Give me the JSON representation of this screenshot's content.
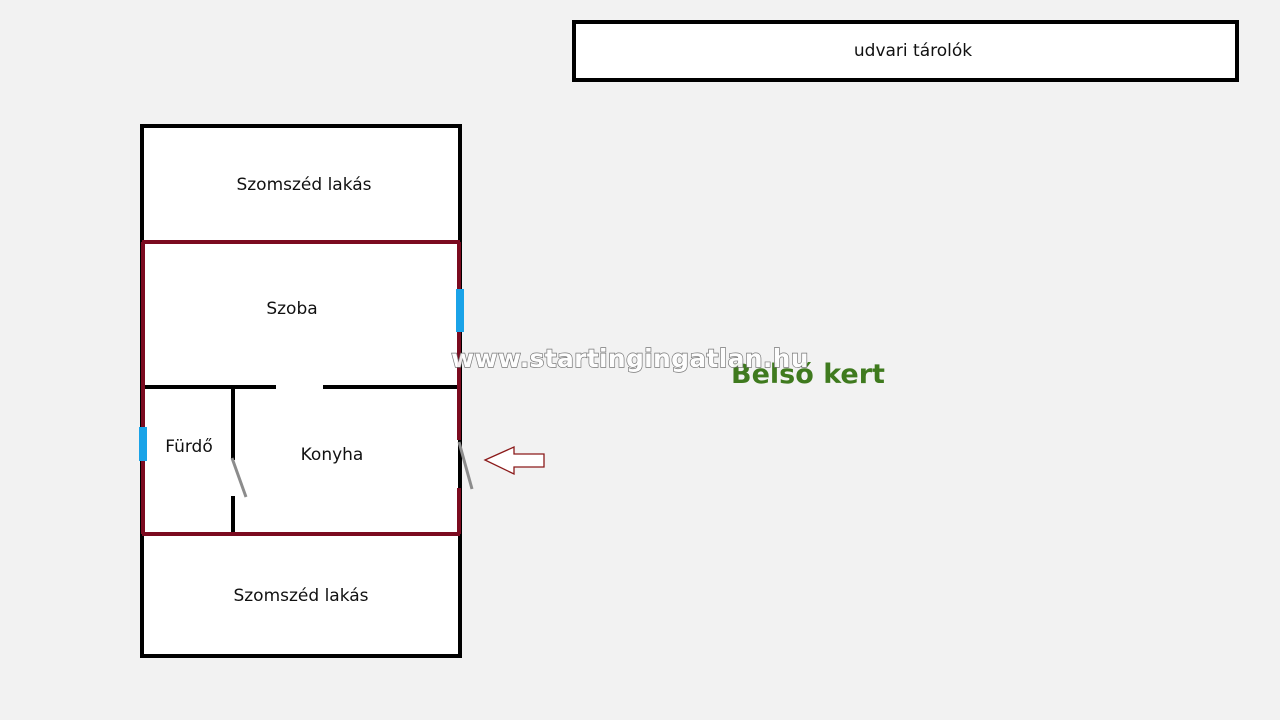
{
  "plan": {
    "storage_label": "udvari tárolók",
    "neighbor_top_label": "Szomszéd lakás",
    "room_label": "Szoba",
    "bathroom_label": "Fürdő",
    "kitchen_label": "Konyha",
    "neighbor_bottom_label": "Szomszéd lakás",
    "garden_label": "Belső kert"
  },
  "watermark": {
    "text": "www.startingingatlan.hu"
  },
  "colors": {
    "background": "#f2f2f2",
    "outer_wall": "#000000",
    "apartment_wall": "#7b0a1f",
    "window": "#1aa3e8",
    "door": "#8c8c8c",
    "garden_text": "#3f7a1e",
    "entrance_arrow": "#8b1a1a"
  },
  "icons": {
    "entrance": "left-arrow-icon"
  }
}
